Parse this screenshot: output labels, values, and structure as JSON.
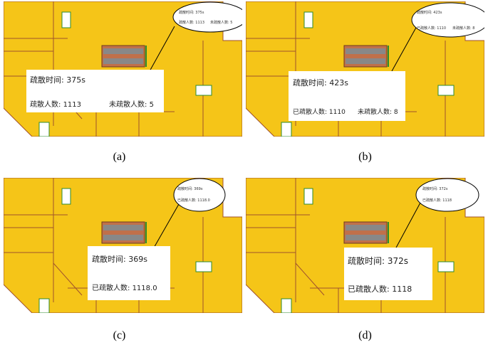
{
  "panels": [
    {
      "caption": "(a)",
      "callout": {
        "time_label": "疏散时间:",
        "time_value": "375s",
        "evac_label": "疏散人数:",
        "evac_value": "1113",
        "remain_label": "未疏散人数:",
        "remain_value": "5"
      },
      "mini": {
        "line1": "疏散时间: 375s",
        "line2a": "疏散人数: 1113",
        "line2b": "未疏散人数: 5"
      }
    },
    {
      "caption": "(b)",
      "callout": {
        "time_label": "疏散时间:",
        "time_value": "423s",
        "evac_label": "已疏散人数:",
        "evac_value": "1110",
        "remain_label": "未疏散人数:",
        "remain_value": "8"
      },
      "mini": {
        "line1": "疏散时间: 423s",
        "line2a": "已疏散人数: 1110",
        "line2b": "未疏散人数: 8"
      }
    },
    {
      "caption": "(c)",
      "callout": {
        "time_label": "疏散时间:",
        "time_value": "369s",
        "evac_label": "已疏散人数:",
        "evac_value": "1118.0"
      },
      "mini": {
        "line1": "疏散时间: 369s",
        "line2a": "已疏散人数: 1118.0"
      }
    },
    {
      "caption": "(d)",
      "callout": {
        "time_label": "疏散时间:",
        "time_value": "372s",
        "evac_label": "已疏散人数:",
        "evac_value": "1118"
      },
      "mini": {
        "line1": "疏散时间: 372s",
        "line2a": "已疏散人数: 1118"
      }
    }
  ],
  "colors": {
    "floor": "#f5c518",
    "wall": "#a0522d",
    "stair_green": "#2e8b2e"
  }
}
